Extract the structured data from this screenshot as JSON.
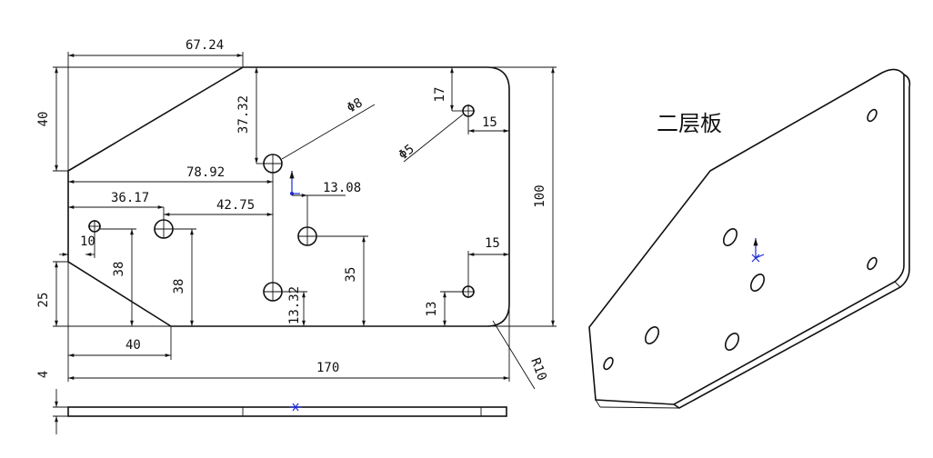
{
  "title": "二层板",
  "dimensions": {
    "top_chamfer_width": "67.24",
    "left_height_40": "40",
    "hole_pos_y_37": "37.32",
    "dia_8": "Φ8",
    "dia_5": "Φ5",
    "top_right_17": "17",
    "top_right_15": "15",
    "width_78": "78.92",
    "width_36": "36.17",
    "width_42": "42.75",
    "offset_13_08": "13.08",
    "height_100": "100",
    "left_10": "10",
    "height_38_a": "38",
    "height_38_b": "38",
    "height_35": "35",
    "right_15": "15",
    "right_13": "13",
    "height_13_32": "13.32",
    "left_25": "25",
    "bottom_40": "40",
    "total_170": "170",
    "radius_10": "R10",
    "thickness_4": "4"
  },
  "colors": {
    "line": "#111111",
    "axis": "#1a2ad8"
  }
}
